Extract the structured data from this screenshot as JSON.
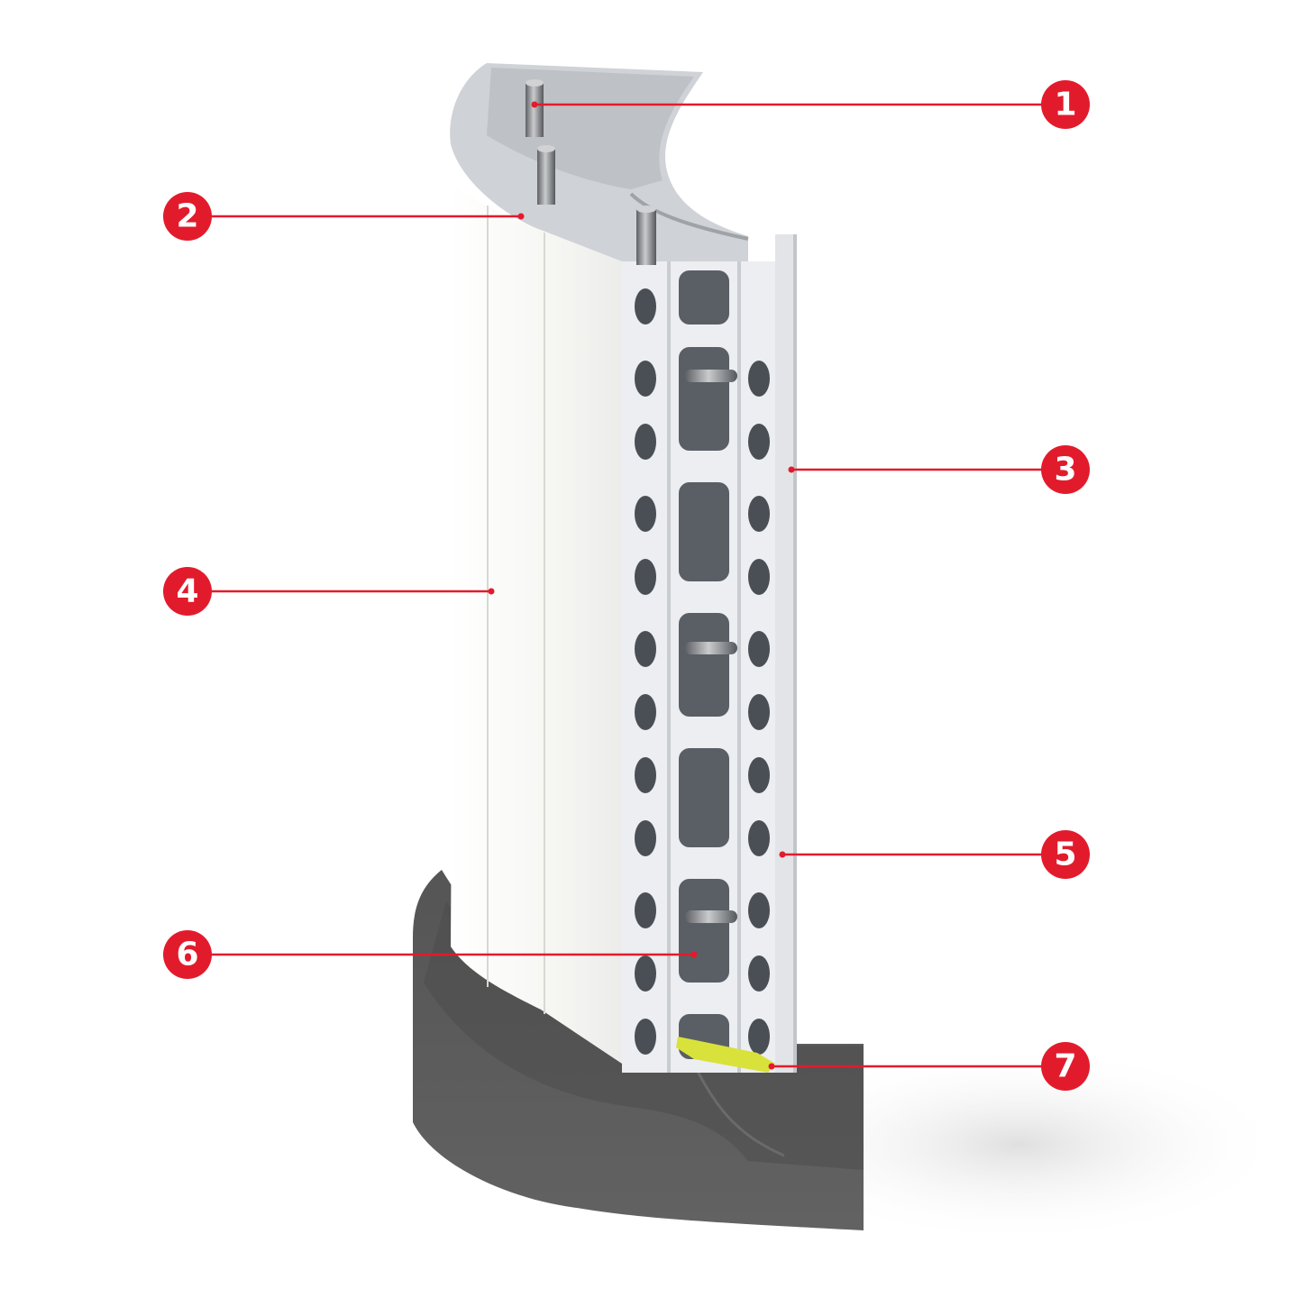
{
  "colors": {
    "accent": "#e21b2c",
    "background": "#ffffff",
    "concrete": "#5c5c5c",
    "concrete_top": "#4b4b4b",
    "panel": "#f7f7f5",
    "steel_frame": "#e9ebee",
    "hole": "#4a4f55",
    "rod": "#8a8d90",
    "seal": "#d9e23a"
  },
  "callouts": [
    {
      "number": "1"
    },
    {
      "number": "2"
    },
    {
      "number": "3"
    },
    {
      "number": "4"
    },
    {
      "number": "5"
    },
    {
      "number": "6"
    },
    {
      "number": "7"
    }
  ]
}
